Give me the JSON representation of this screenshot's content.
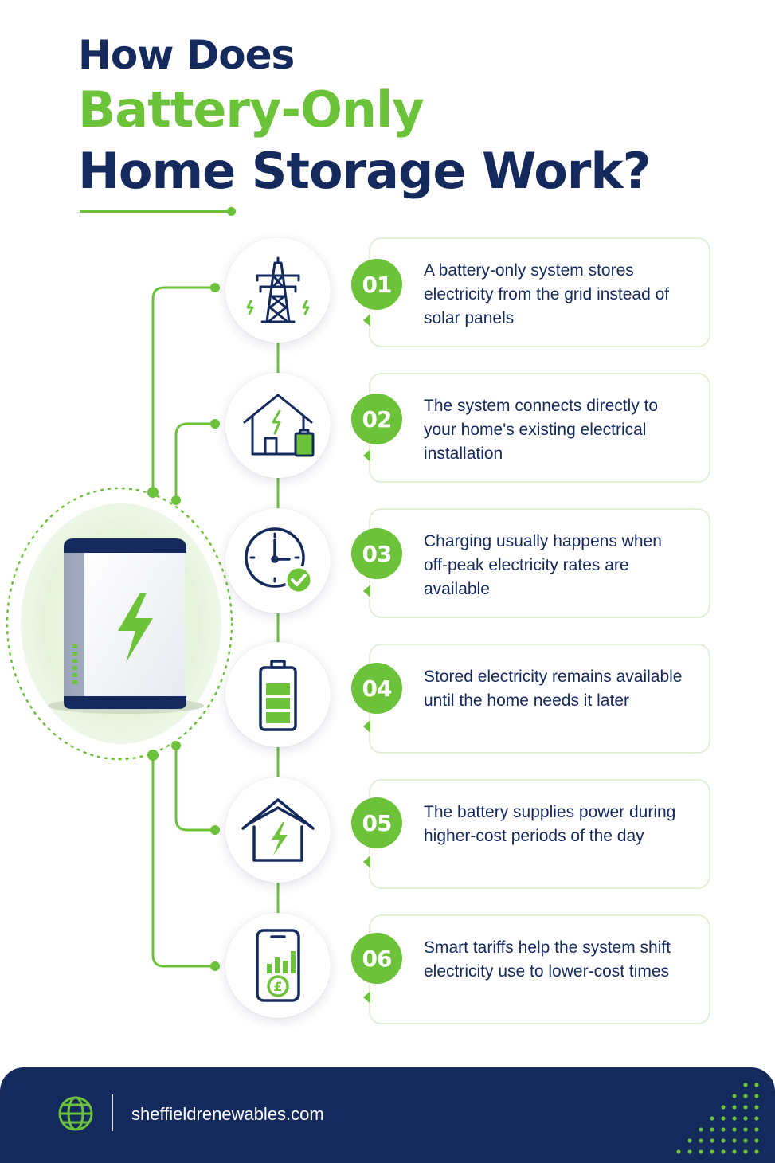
{
  "title": {
    "line1": "How Does",
    "line2": "Battery-Only",
    "line3": "Home Storage Work?"
  },
  "colors": {
    "navy": "#14295c",
    "green": "#6cc33a",
    "card_border": "#e2efd6"
  },
  "steps": [
    {
      "number": "01",
      "icon": "power-pylon-icon",
      "text": "A battery-only system stores electricity from the grid instead of solar panels"
    },
    {
      "number": "02",
      "icon": "house-battery-icon",
      "text": "The system connects directly to your home's existing electrical installation"
    },
    {
      "number": "03",
      "icon": "clock-check-icon",
      "text": "Charging usually happens when off-peak electricity rates are available"
    },
    {
      "number": "04",
      "icon": "battery-level-icon",
      "text": "Stored electricity remains available until the home needs it later"
    },
    {
      "number": "05",
      "icon": "house-lightning-icon",
      "text": "The battery supplies power during higher-cost periods of the day"
    },
    {
      "number": "06",
      "icon": "smartphone-tariff-icon",
      "text": "Smart tariffs help the system shift electricity use to lower-cost times"
    }
  ],
  "footer": {
    "icon": "globe-icon",
    "url": "sheffieldrenewables.com"
  }
}
